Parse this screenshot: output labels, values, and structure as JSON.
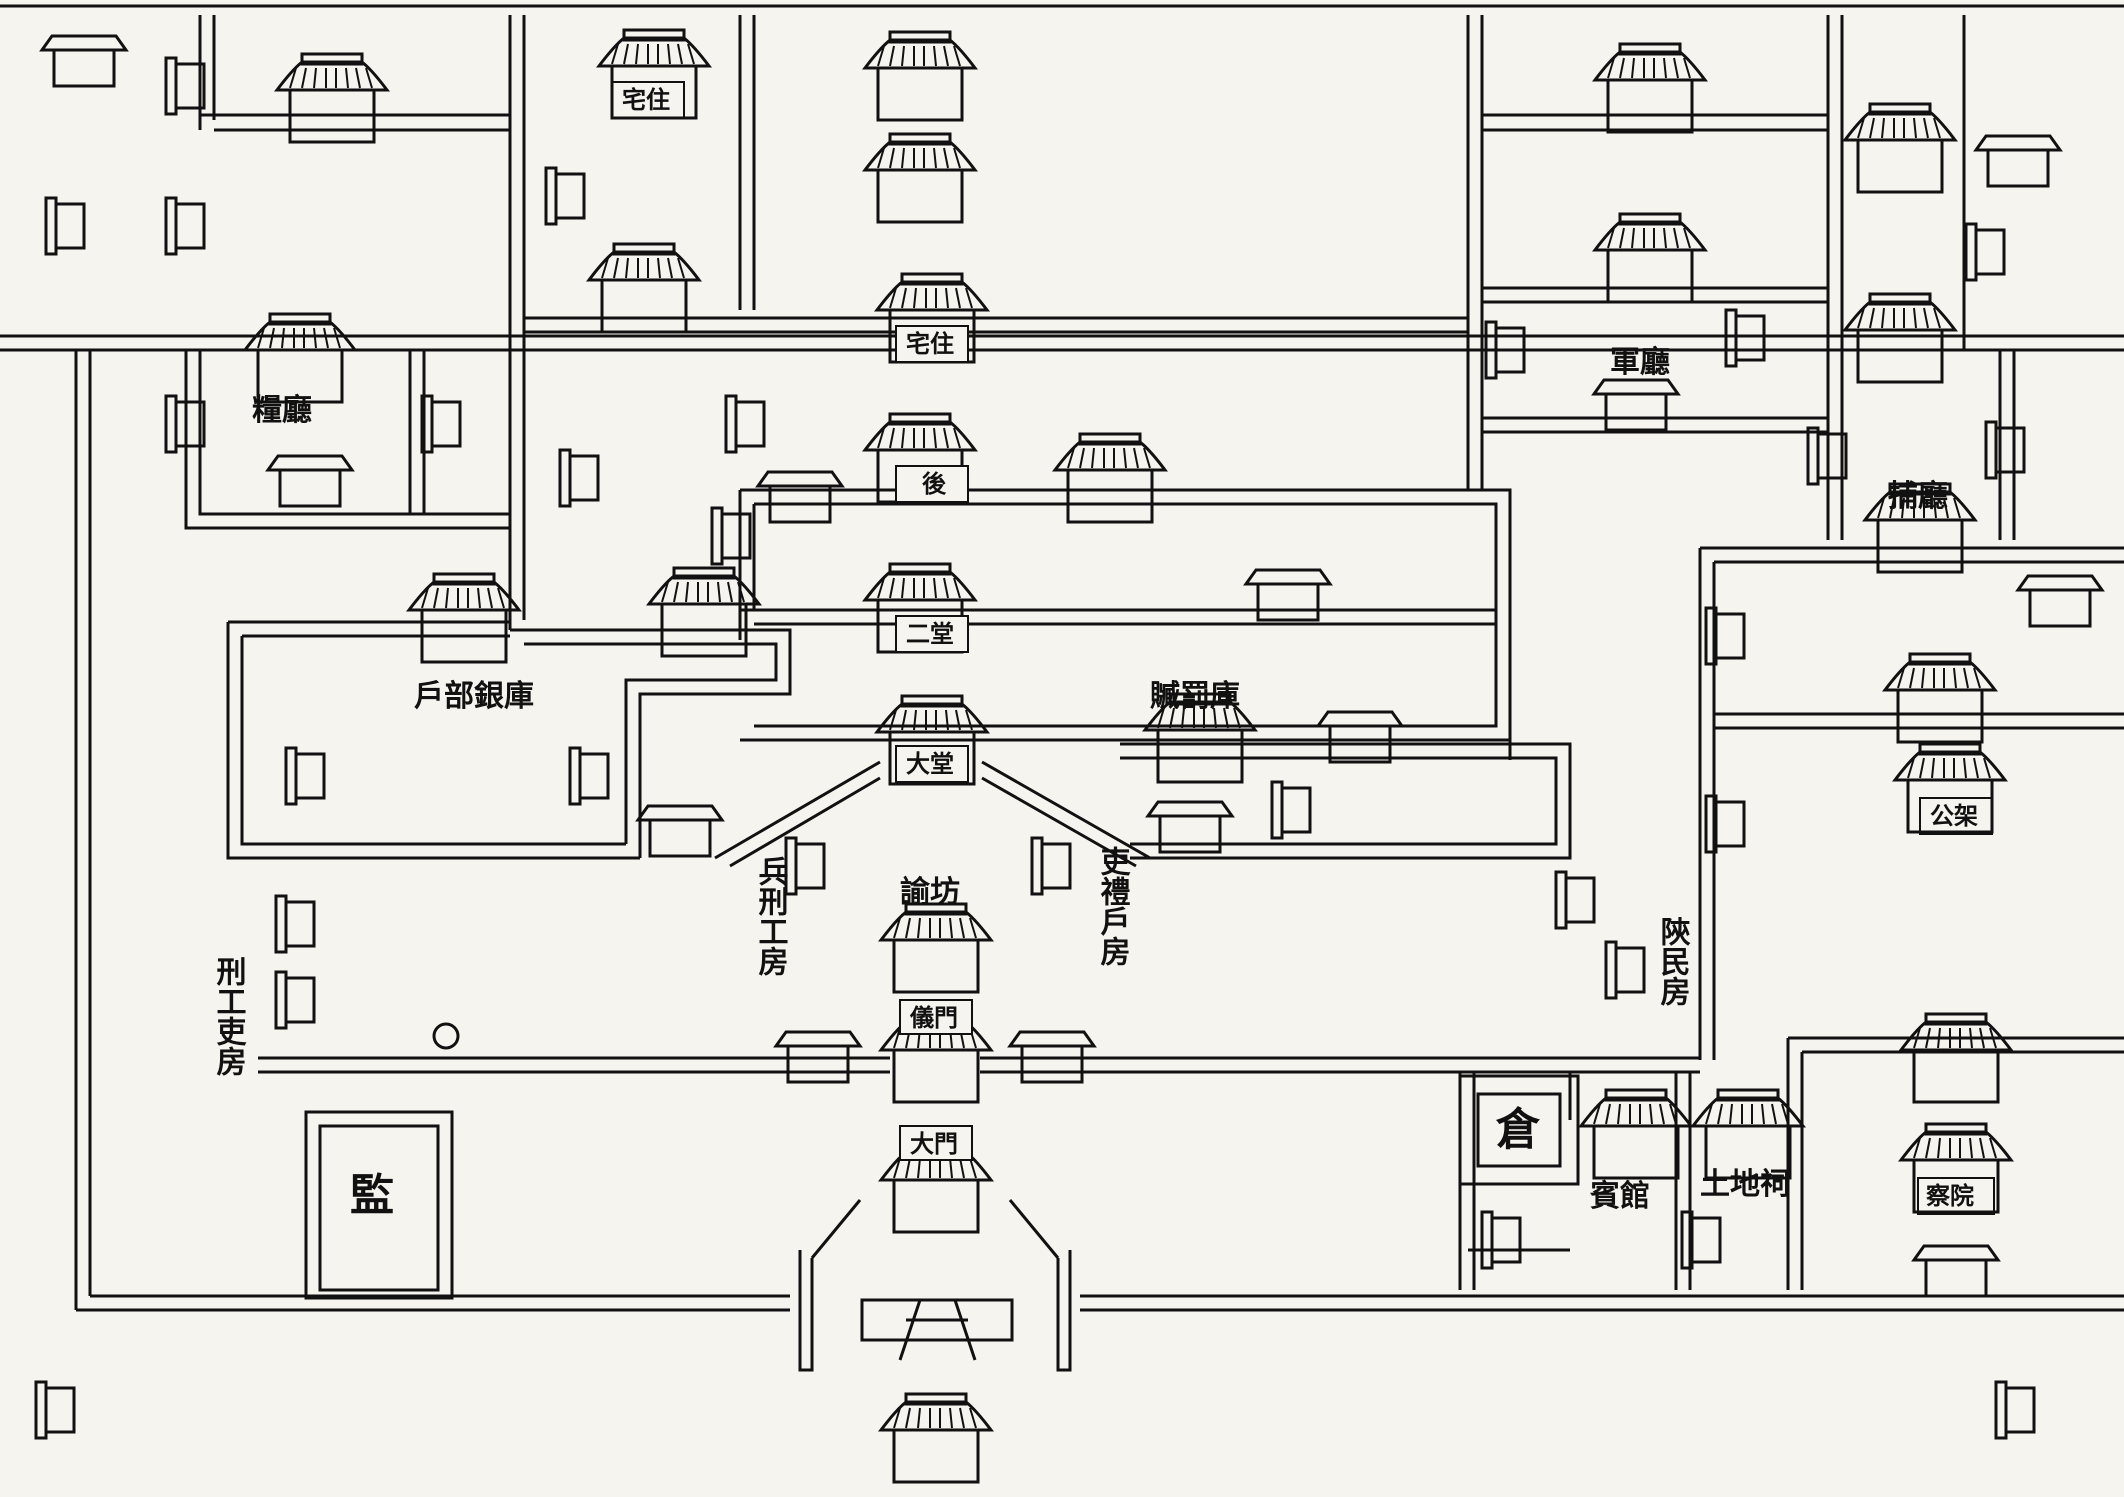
{
  "labels": {
    "residence_upper": "宅住",
    "residence_mid": "宅住",
    "granary_hall": "糧廳",
    "rear_hall": "後",
    "second_hall": "二堂",
    "treasury": "戶部銀庫",
    "fines_storehouse": "贓罰庫",
    "main_hall": "大堂",
    "military_hall": "軍廳",
    "police_hall": "捕廳",
    "public_office": "公架",
    "archway": "諭坊",
    "ceremonial_gate": "儀門",
    "main_gate": "大門",
    "prison": "監",
    "granary": "倉",
    "guest_house": "賓館",
    "earth_shrine": "土地祠",
    "inspection_court": "察院",
    "punishment_room": "刑工吏房",
    "right_room": "吏禮戶房",
    "left_room": "兵刑工房",
    "west_room": "陝民房"
  },
  "colors": {
    "ink": "#111111",
    "paper": "#f6f4ee"
  }
}
